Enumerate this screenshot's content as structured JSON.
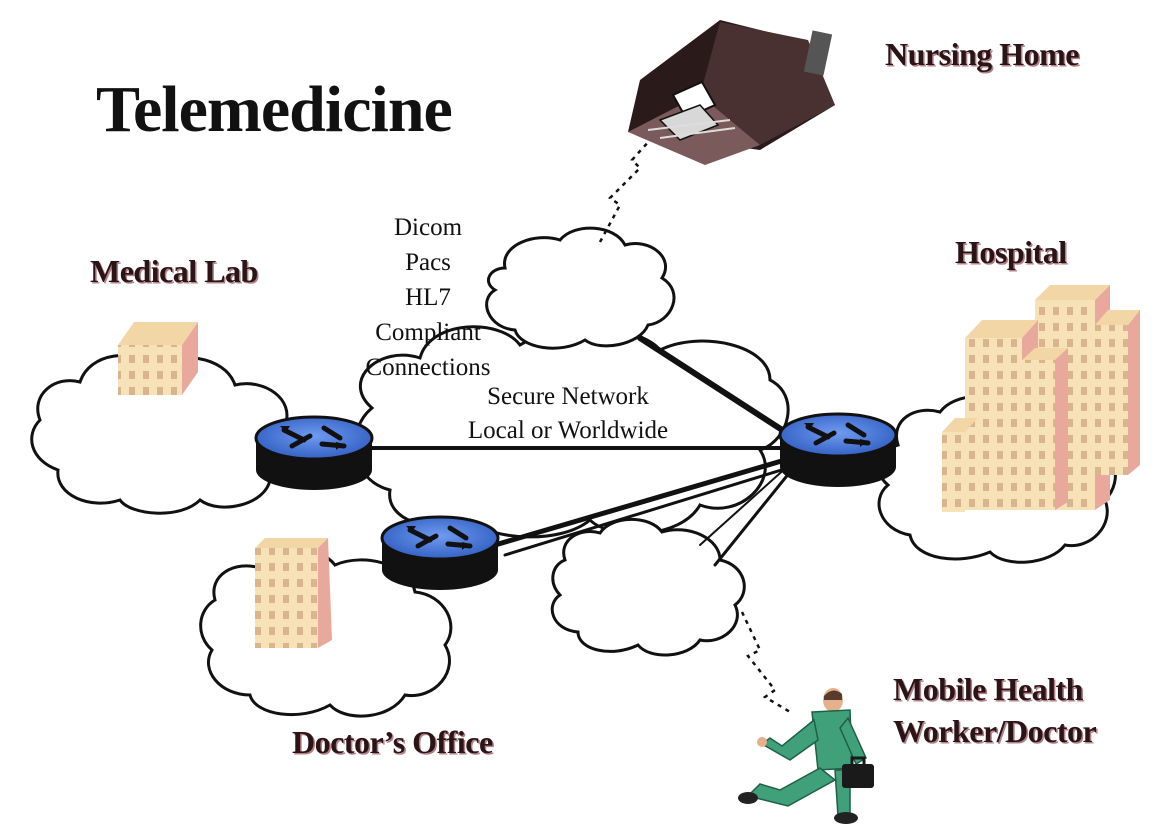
{
  "title": "Telemedicine",
  "nodes": {
    "nursing_home": "Nursing Home",
    "medical_lab": "Medical Lab",
    "hospital": "Hospital",
    "doctors_office": "Doctor’s Office",
    "mobile_line1": "Mobile Health",
    "mobile_line2": "Worker/Doctor"
  },
  "protocols": [
    "Dicom",
    "Pacs",
    "HL7",
    "Compliant",
    "Connections"
  ],
  "network": [
    "Secure Network",
    "Local or Worldwide"
  ],
  "icons": [
    "cloud-icon",
    "router-icon",
    "building-icon",
    "house-icon",
    "running-person-icon",
    "briefcase-icon"
  ],
  "colors": {
    "router_blue": "#3f6fd0",
    "building_face": "#f7e2b8",
    "building_side": "#e8a99c",
    "label_shadow": "#b37f86",
    "suit_green": "#3fa07a"
  }
}
